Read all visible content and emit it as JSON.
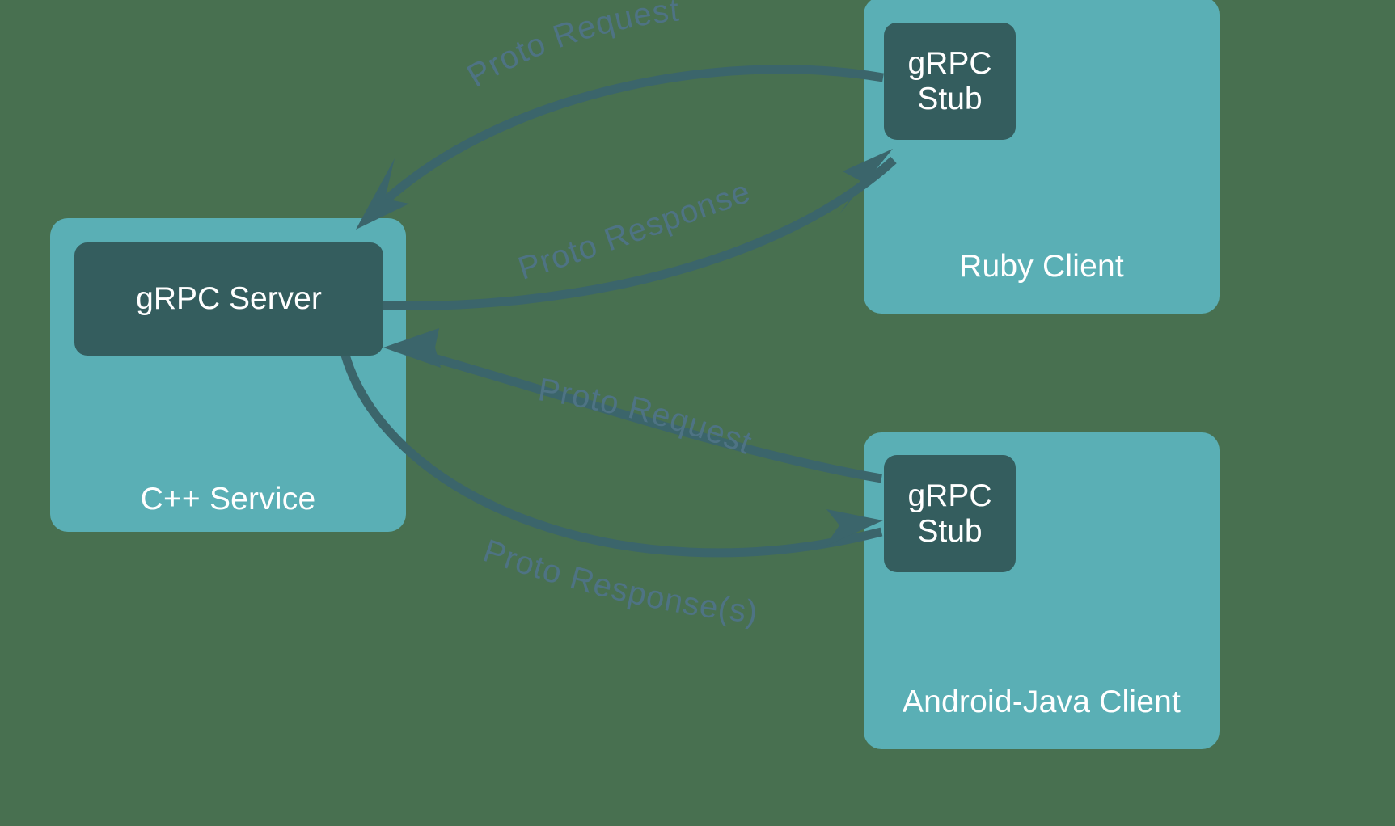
{
  "diagram": {
    "title": "gRPC service and client architecture",
    "background_color": "#487050",
    "panel_color": "#5AAFB5",
    "node_color": "#345D5E",
    "edge_color": "#3B656B",
    "edge_label_color": "#4E7384",
    "panel_text_color": "#FFFFFF"
  },
  "panels": [
    {
      "id": "cpp-service",
      "label": "C++ Service"
    },
    {
      "id": "ruby-client",
      "label": "Ruby Client"
    },
    {
      "id": "android-client",
      "label": "Android-Java Client"
    }
  ],
  "nodes": [
    {
      "id": "grpc-server",
      "line1": "gRPC Server",
      "line2": ""
    },
    {
      "id": "grpc-stub-ruby",
      "line1": "gRPC",
      "line2": "Stub"
    },
    {
      "id": "grpc-stub-droid",
      "line1": "gRPC",
      "line2": "Stub"
    }
  ],
  "edges": [
    {
      "id": "ruby-request",
      "label": "Proto Request",
      "from": "grpc-stub-ruby",
      "to": "grpc-server",
      "direction": "client-to-server"
    },
    {
      "id": "ruby-response",
      "label": "Proto Response",
      "from": "grpc-server",
      "to": "grpc-stub-ruby",
      "direction": "server-to-client"
    },
    {
      "id": "android-request",
      "label": "Proto Request",
      "from": "grpc-stub-droid",
      "to": "grpc-server",
      "direction": "client-to-server"
    },
    {
      "id": "android-response",
      "label": "Proto Response(s)",
      "from": "grpc-server",
      "to": "grpc-stub-droid",
      "direction": "server-to-client"
    }
  ]
}
